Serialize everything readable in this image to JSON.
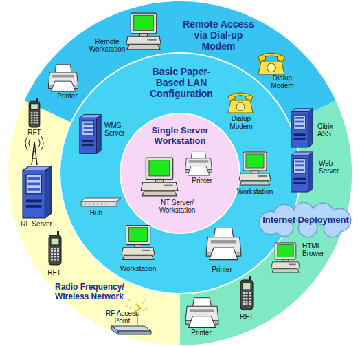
{
  "diagram": {
    "nodes": [
      {
        "text": [
          "Remote Access via Dial-up Modem"
        ]
      },
      {
        "text": [
          "Basic Paper-Based LAN Configuration"
        ]
      },
      {
        "text": [
          "Single Server Workstation"
        ],
        "in": 1
      },
      {
        "text": [
          "Radio Frequency/ Wireless Network"
        ]
      },
      {
        "text": [
          "Internet Deployment"
        ]
      }
    ],
    "labels": [
      "Remote Workstation",
      "Printer",
      "Dialup Modem",
      "Dialup Modem",
      "WMS Server",
      "Workstation",
      "Hub",
      "Workstation",
      "Printer",
      "Printer",
      "NT Server/ Workstation",
      "RFT",
      "RF Server",
      "RFT",
      "RF Access Point",
      "Citrix ASS",
      "Web Server",
      "HTML Brower",
      "RFT",
      "Printer"
    ]
  }
}
